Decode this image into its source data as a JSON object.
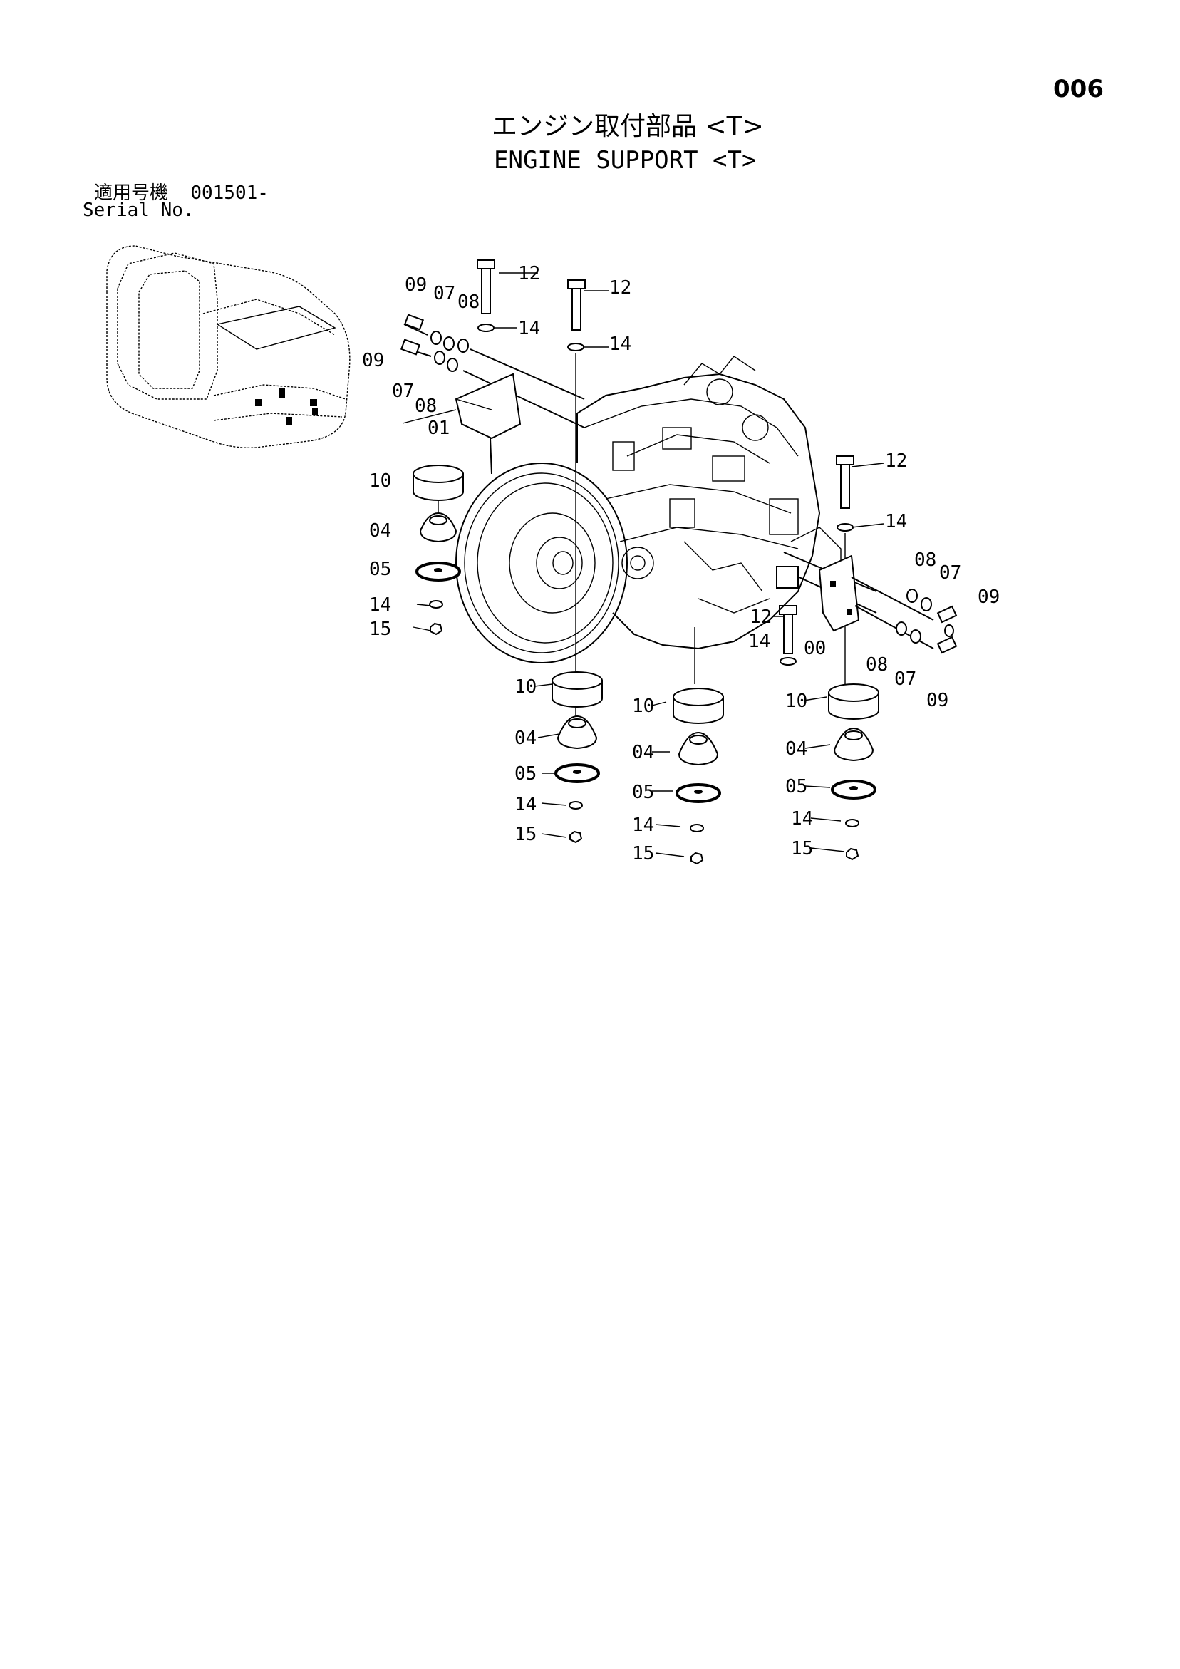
{
  "header": {
    "page_number": "006",
    "title_jp": "エンジン取付部品 <T>",
    "title_en": "ENGINE SUPPORT <T>",
    "serial_label_jp": "適用号機",
    "serial_value": "001501-",
    "serial_label_en": "Serial No."
  },
  "callouts": {
    "c12a": "12",
    "c14a": "14",
    "c09a": "09",
    "c07a": "07",
    "c08a": "08",
    "c09b": "09",
    "c07b": "07",
    "c08b": "08",
    "c01": "01",
    "c12b": "12",
    "c14b": "14",
    "c10a": "10",
    "c04a": "04",
    "c05a": "05",
    "c14c": "14",
    "c15a": "15",
    "c12c": "12",
    "c14d": "14",
    "c08c": "08",
    "c07c": "07",
    "c09c": "09",
    "c12d": "12",
    "c14e": "14",
    "c00": "00",
    "c08d": "08",
    "c07d": "07",
    "c09d": "09",
    "c10b": "10",
    "c04b": "04",
    "c05b": "05",
    "c14f": "14",
    "c15b": "15",
    "c10c": "10",
    "c04c": "04",
    "c05c": "05",
    "c14g": "14",
    "c15c": "15",
    "c10d": "10",
    "c04d": "04",
    "c05d": "05",
    "c14h": "14",
    "c15d": "15"
  },
  "icons": {
    "machine": "excavator-cab-outline-icon",
    "engine": "engine-assembly-icon"
  }
}
